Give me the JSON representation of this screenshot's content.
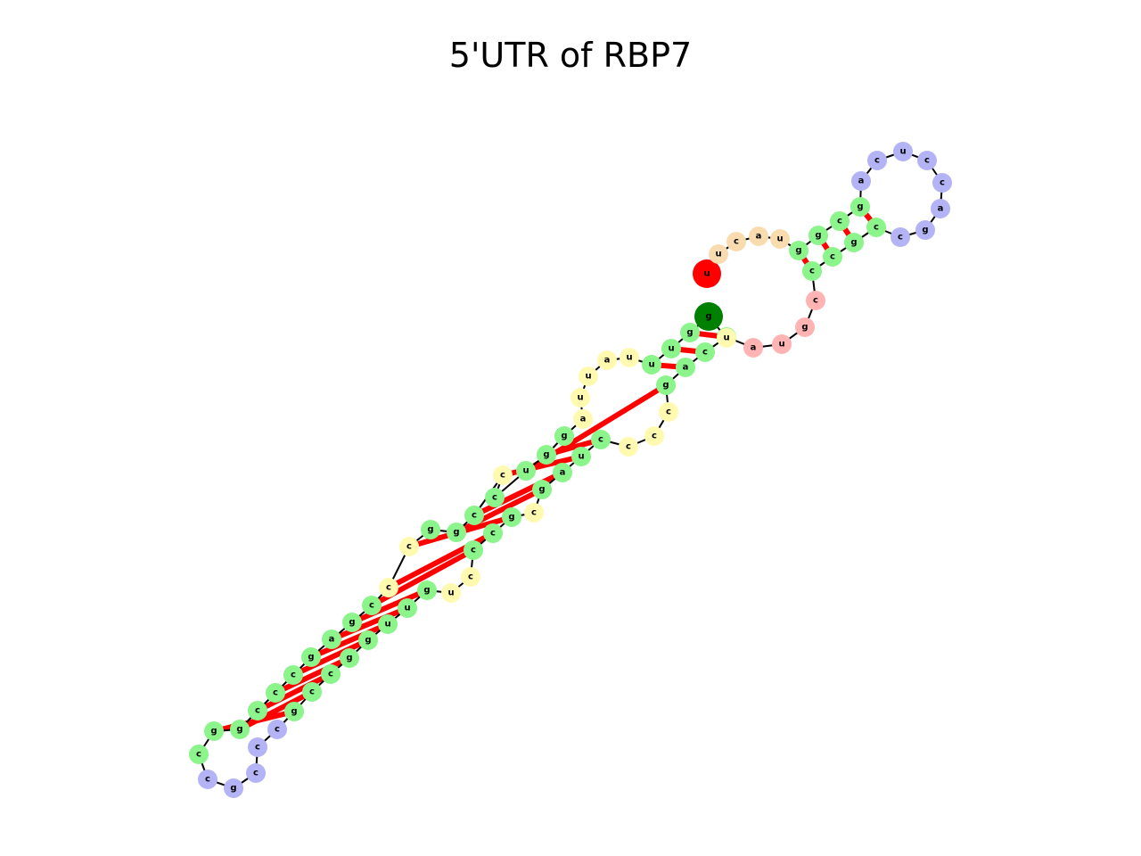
{
  "title": "5'UTR of RBP7",
  "structure": {
    "colors": {
      "stem": "#8bf58b",
      "hairpin_loop": "#b3b3f5",
      "interior_loop": "#fffab0",
      "bulge": "#ffb3b3",
      "unpaired_5prime": "#f8dcb0",
      "start_5prime": "#ff0000",
      "end_3prime": "#008000",
      "backbone": "#000000",
      "base_pair": "#ff0000"
    },
    "nucleotides": [
      {
        "base": "u",
        "type": "start_5prime"
      },
      {
        "base": "u",
        "type": "unpaired_5prime"
      },
      {
        "base": "c",
        "type": "unpaired_5prime"
      },
      {
        "base": "a",
        "type": "unpaired_5prime"
      },
      {
        "base": "u",
        "type": "unpaired_5prime"
      },
      {
        "base": "g",
        "type": "stem"
      },
      {
        "base": "g",
        "type": "stem"
      },
      {
        "base": "c",
        "type": "stem"
      },
      {
        "base": "g",
        "type": "stem"
      },
      {
        "base": "a",
        "type": "hairpin_loop"
      },
      {
        "base": "c",
        "type": "hairpin_loop"
      },
      {
        "base": "u",
        "type": "hairpin_loop"
      },
      {
        "base": "c",
        "type": "hairpin_loop"
      },
      {
        "base": "c",
        "type": "hairpin_loop"
      },
      {
        "base": "a",
        "type": "hairpin_loop"
      },
      {
        "base": "g",
        "type": "hairpin_loop"
      },
      {
        "base": "c",
        "type": "hairpin_loop"
      },
      {
        "base": "c",
        "type": "stem"
      },
      {
        "base": "g",
        "type": "stem"
      },
      {
        "base": "c",
        "type": "stem"
      },
      {
        "base": "c",
        "type": "stem"
      },
      {
        "base": "c",
        "type": "bulge"
      },
      {
        "base": "g",
        "type": "bulge"
      },
      {
        "base": "u",
        "type": "bulge"
      },
      {
        "base": "a",
        "type": "bulge"
      },
      {
        "base": "c",
        "type": "stem"
      },
      {
        "base": "c",
        "type": "stem"
      },
      {
        "base": "a",
        "type": "stem"
      },
      {
        "base": "g",
        "type": "stem"
      },
      {
        "base": "c",
        "type": "interior_loop"
      },
      {
        "base": "c",
        "type": "interior_loop"
      },
      {
        "base": "c",
        "type": "interior_loop"
      },
      {
        "base": "c",
        "type": "stem"
      },
      {
        "base": "u",
        "type": "stem"
      },
      {
        "base": "a",
        "type": "stem"
      },
      {
        "base": "g",
        "type": "stem"
      },
      {
        "base": "c",
        "type": "interior_loop"
      },
      {
        "base": "g",
        "type": "stem"
      },
      {
        "base": "c",
        "type": "stem"
      },
      {
        "base": "c",
        "type": "stem"
      },
      {
        "base": "c",
        "type": "interior_loop"
      },
      {
        "base": "u",
        "type": "interior_loop"
      },
      {
        "base": "g",
        "type": "stem"
      },
      {
        "base": "u",
        "type": "stem"
      },
      {
        "base": "u",
        "type": "stem"
      },
      {
        "base": "g",
        "type": "stem"
      },
      {
        "base": "g",
        "type": "stem"
      },
      {
        "base": "c",
        "type": "stem"
      },
      {
        "base": "c",
        "type": "stem"
      },
      {
        "base": "g",
        "type": "stem"
      },
      {
        "base": "c",
        "type": "hairpin_loop"
      },
      {
        "base": "c",
        "type": "hairpin_loop"
      },
      {
        "base": "c",
        "type": "hairpin_loop"
      },
      {
        "base": "g",
        "type": "hairpin_loop"
      },
      {
        "base": "c",
        "type": "hairpin_loop"
      },
      {
        "base": "c",
        "type": "stem"
      },
      {
        "base": "g",
        "type": "stem"
      },
      {
        "base": "g",
        "type": "stem"
      },
      {
        "base": "c",
        "type": "stem"
      },
      {
        "base": "c",
        "type": "stem"
      },
      {
        "base": "c",
        "type": "stem"
      },
      {
        "base": "g",
        "type": "stem"
      },
      {
        "base": "a",
        "type": "stem"
      },
      {
        "base": "g",
        "type": "stem"
      },
      {
        "base": "c",
        "type": "stem"
      },
      {
        "base": "c",
        "type": "interior_loop"
      },
      {
        "base": "c",
        "type": "interior_loop"
      },
      {
        "base": "g",
        "type": "stem"
      },
      {
        "base": "g",
        "type": "stem"
      },
      {
        "base": "c",
        "type": "stem"
      },
      {
        "base": "c",
        "type": "interior_loop"
      },
      {
        "base": "c",
        "type": "stem"
      },
      {
        "base": "u",
        "type": "stem"
      },
      {
        "base": "g",
        "type": "stem"
      },
      {
        "base": "g",
        "type": "stem"
      },
      {
        "base": "a",
        "type": "interior_loop"
      },
      {
        "base": "u",
        "type": "interior_loop"
      },
      {
        "base": "u",
        "type": "interior_loop"
      },
      {
        "base": "a",
        "type": "interior_loop"
      },
      {
        "base": "u",
        "type": "interior_loop"
      },
      {
        "base": "u",
        "type": "stem"
      },
      {
        "base": "u",
        "type": "stem"
      },
      {
        "base": "g",
        "type": "stem"
      },
      {
        "base": "g",
        "type": "end_3prime"
      },
      {
        "base": "u",
        "type": "interior_loop"
      }
    ],
    "pairs": [
      [
        5,
        20
      ],
      [
        6,
        19
      ],
      [
        7,
        18
      ],
      [
        8,
        17
      ],
      [
        25,
        82
      ],
      [
        26,
        81
      ],
      [
        27,
        80
      ],
      [
        28,
        72
      ],
      [
        32,
        73
      ],
      [
        33,
        70
      ],
      [
        34,
        69
      ],
      [
        35,
        68
      ],
      [
        37,
        66
      ],
      [
        38,
        65
      ],
      [
        39,
        64
      ],
      [
        42,
        63
      ],
      [
        43,
        62
      ],
      [
        44,
        61
      ],
      [
        45,
        60
      ],
      [
        46,
        59
      ],
      [
        47,
        58
      ],
      [
        48,
        57
      ],
      [
        49,
        56
      ]
    ]
  }
}
